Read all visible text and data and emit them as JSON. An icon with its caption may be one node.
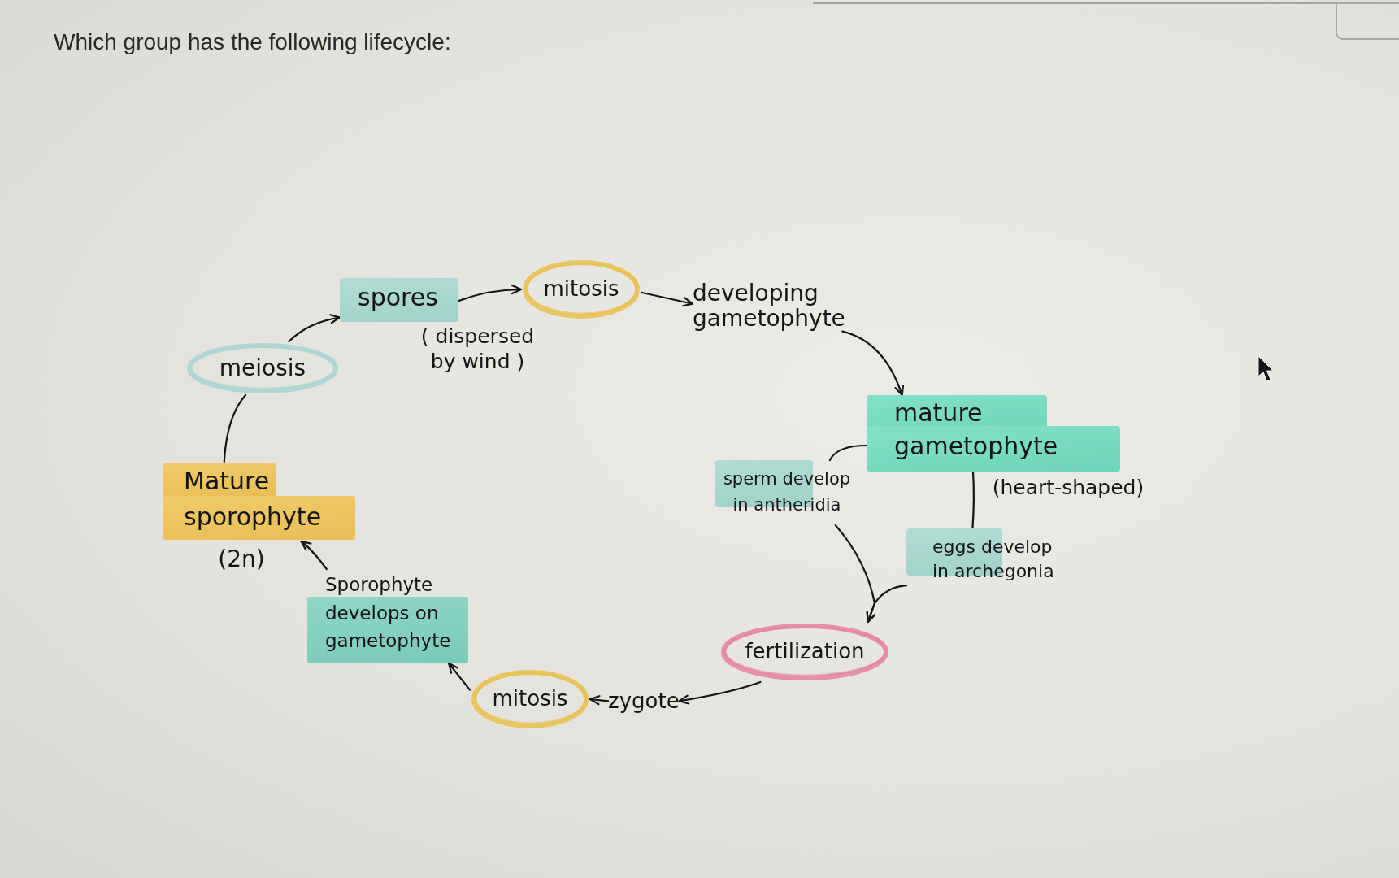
{
  "diagram": {
    "title": "Which group has the following lifecycle:",
    "nodes": [
      {
        "text": [
          "meiosis"
        ]
      },
      {
        "text": [
          "spores"
        ],
        "beside": [
          "( dispersed by wind )"
        ]
      },
      {
        "text": [
          "mitosis"
        ]
      },
      {
        "text": [
          "developing gametophyte"
        ]
      },
      {
        "text": [
          "mature gametophyte"
        ],
        "beside": [
          "(heart-shaped)"
        ]
      },
      {
        "text": [
          "sperm develop in antheridia"
        ]
      },
      {
        "text": [
          "eggs develop in archegonia"
        ]
      },
      {
        "text": [
          "fertilization"
        ]
      },
      {
        "text": [
          "zygote"
        ]
      },
      {
        "text": [
          "mitosis"
        ]
      },
      {
        "text": [
          "Sporophyte develops on gametophyte"
        ]
      },
      {
        "text": [
          "Mature sporophyte"
        ],
        "beside": [
          "(2n)"
        ]
      }
    ],
    "edges": [
      {
        "from": 11,
        "to": 0,
        "arrow": "none"
      },
      {
        "from": 0,
        "to": 1,
        "arrow": "to"
      },
      {
        "from": 1,
        "to": 2,
        "arrow": "to"
      },
      {
        "from": 2,
        "to": 3,
        "arrow": "to"
      },
      {
        "from": 3,
        "to": 4,
        "arrow": "to"
      },
      {
        "from": 4,
        "to": 5,
        "arrow": "none"
      },
      {
        "from": 4,
        "to": 6,
        "arrow": "none"
      },
      {
        "from": 5,
        "to": 7,
        "arrow": "to"
      },
      {
        "from": 6,
        "to": 7,
        "arrow": "to"
      },
      {
        "from": 7,
        "to": 8,
        "arrow": "to"
      },
      {
        "from": 8,
        "to": 9,
        "arrow": "to"
      },
      {
        "from": 9,
        "to": 10,
        "arrow": "to"
      },
      {
        "from": 10,
        "to": 11,
        "arrow": "to"
      }
    ]
  }
}
